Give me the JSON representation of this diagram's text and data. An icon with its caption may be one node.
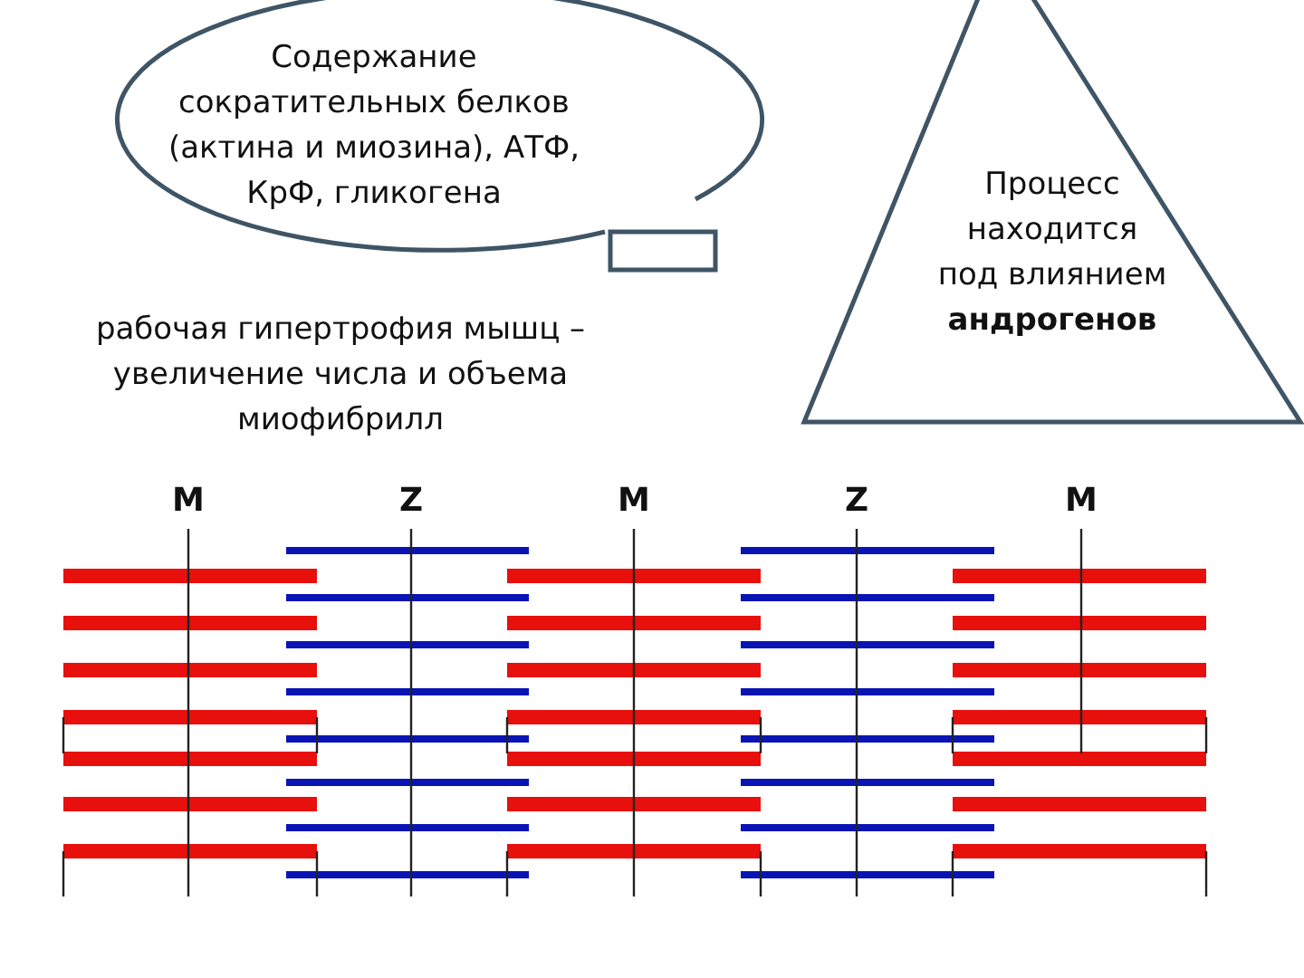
{
  "diagram": {
    "nodes": [
      {
        "text": [
          "Содержание сократительных белков (актина и миозина), АТФ, КрФ, гликогена"
        ]
      },
      {
        "text": [
          "Процесс находится под влиянием **андрогенов**"
        ]
      }
    ],
    "labels": [
      "рабочая гипертрофия мышц – увеличение числа и объема миофибрилл",
      "M",
      "Z",
      "M",
      "Z",
      "M"
    ]
  }
}
